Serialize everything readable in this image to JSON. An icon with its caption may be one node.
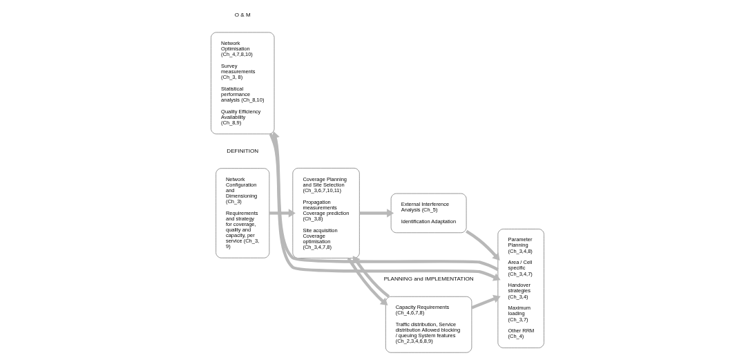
{
  "diagram": {
    "nodes": [
      {
        "text": [
          "Network Configuration and Dimensioning (Ch_3)",
          "Requirements and strategy for coverage, quality and capacity, per service (Ch_3, 9)"
        ]
      },
      {
        "text": [
          "Coverage Planning and Site Selection (Ch_3,6,7,10,11)",
          "Propagation measurements Coverage prediction (Ch_3,8)",
          "Site acquisition Coverage optimisation (Ch_3,4,7,8)"
        ]
      },
      {
        "text": [
          "Capacity Requirements (Ch_4,6,7,8)",
          "Traffic distribution, Service distribution Allowed blocking / queuing System features (Ch_2,3,4,6,8,9)"
        ]
      },
      {
        "text": [
          "External Interference Analysis (Ch_5)",
          "Identification Adaptation"
        ]
      },
      {
        "text": [
          "Parameter Planning (Ch_3,4,8)",
          "Area / Cell specific (Ch_3,4,7)",
          "Handover strategies (Ch_3,4)",
          "Maximum loading (Ch_3,7)",
          "Other RRM (Ch_4)"
        ]
      },
      {
        "text": [
          "Network Optimisation (Ch_4,7,8,10)",
          "Survey measurements (Ch_3, 8)",
          "Statistical performance analysis (Ch_8,10)",
          "Quality Efficiency Availability (Ch_8,9)"
        ]
      }
    ],
    "edges": [
      {
        "from": 0,
        "to": 1,
        "arrow": "to"
      },
      {
        "from": 2,
        "to": 1,
        "arrow": "to"
      },
      {
        "from": 1,
        "to": 2,
        "arrow": "to"
      },
      {
        "from": 1,
        "to": 3,
        "arrow": "to"
      },
      {
        "from": 2,
        "to": 4,
        "arrow": "to"
      },
      {
        "from": 3,
        "to": 4,
        "arrow": "to"
      },
      {
        "from": 5,
        "to": 4,
        "arrow": "to"
      },
      {
        "from": 4,
        "to": 5,
        "arrow": "to"
      }
    ],
    "labels": [
      "DEFINITION",
      "PLANNING and IMPLEMENTATION",
      "O & M"
    ]
  }
}
